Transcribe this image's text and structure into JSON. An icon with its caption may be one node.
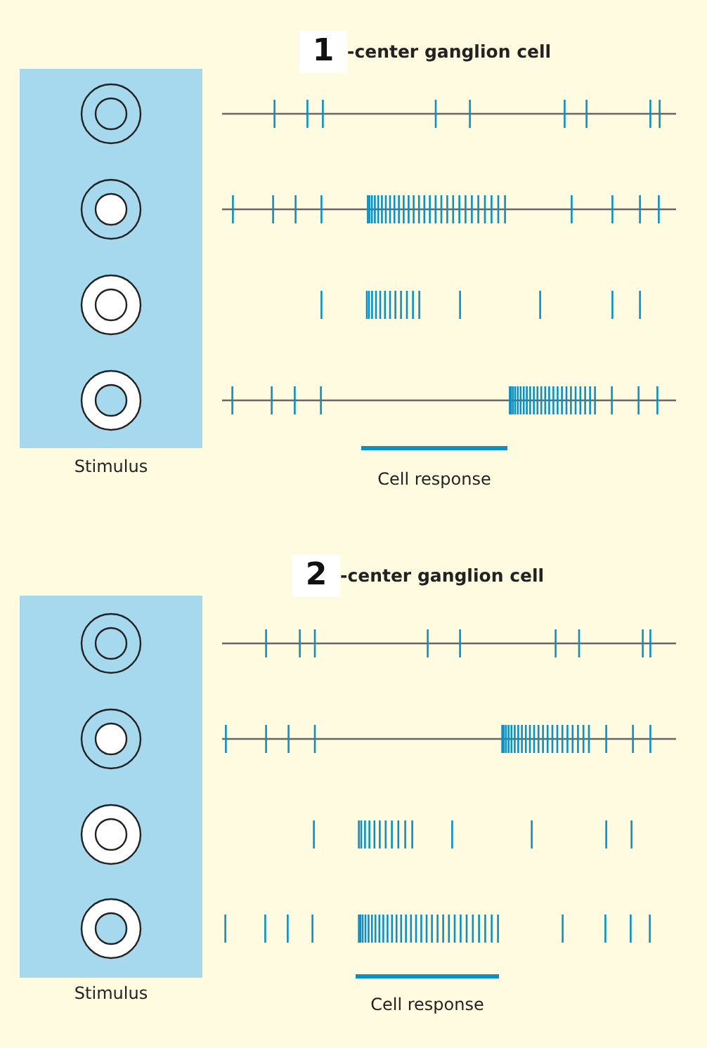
{
  "diagram": {
    "labels": [
      "1",
      "-center ganglion cell",
      "Stimulus",
      "Cell response",
      "2",
      "-center ganglion cell",
      "Stimulus",
      "Cell response"
    ]
  }
}
